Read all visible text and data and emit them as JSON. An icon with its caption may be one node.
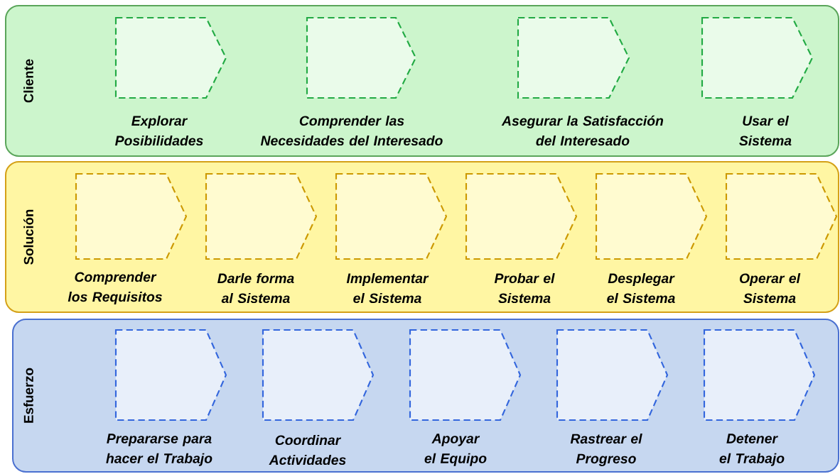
{
  "diagram": {
    "nodes": [
      {
        "text": [
          "Cliente"
        ]
      },
      {
        "text": [
          "Explorar Posibilidades"
        ],
        "in": 0
      },
      {
        "text": [
          "Comprender las Necesidades del Interesado"
        ],
        "in": 0
      },
      {
        "text": [
          "Asegurar la Satisfacción del Interesado"
        ],
        "in": 0
      },
      {
        "text": [
          "Usar el Sistema"
        ],
        "in": 0
      },
      {
        "text": [
          "Solución"
        ]
      },
      {
        "text": [
          "Comprender los Requisitos"
        ],
        "in": 5
      },
      {
        "text": [
          "Darle forma al Sistema"
        ],
        "in": 5
      },
      {
        "text": [
          "Implementar el Sistema"
        ],
        "in": 5
      },
      {
        "text": [
          "Probar el Sistema"
        ],
        "in": 5
      },
      {
        "text": [
          "Desplegar el Sistema"
        ],
        "in": 5
      },
      {
        "text": [
          "Operar el Sistema"
        ],
        "in": 5
      },
      {
        "text": [
          "Esfuerzo"
        ]
      },
      {
        "text": [
          "Prepararse para hacer el Trabajo"
        ],
        "in": 12
      },
      {
        "text": [
          "Coordinar Actividades"
        ],
        "in": 12
      },
      {
        "text": [
          "Apoyar el Equipo"
        ],
        "in": 12
      },
      {
        "text": [
          "Rastrear el Progreso"
        ],
        "in": 12
      },
      {
        "text": [
          "Detener el Trabajo"
        ],
        "in": 12
      }
    ]
  }
}
